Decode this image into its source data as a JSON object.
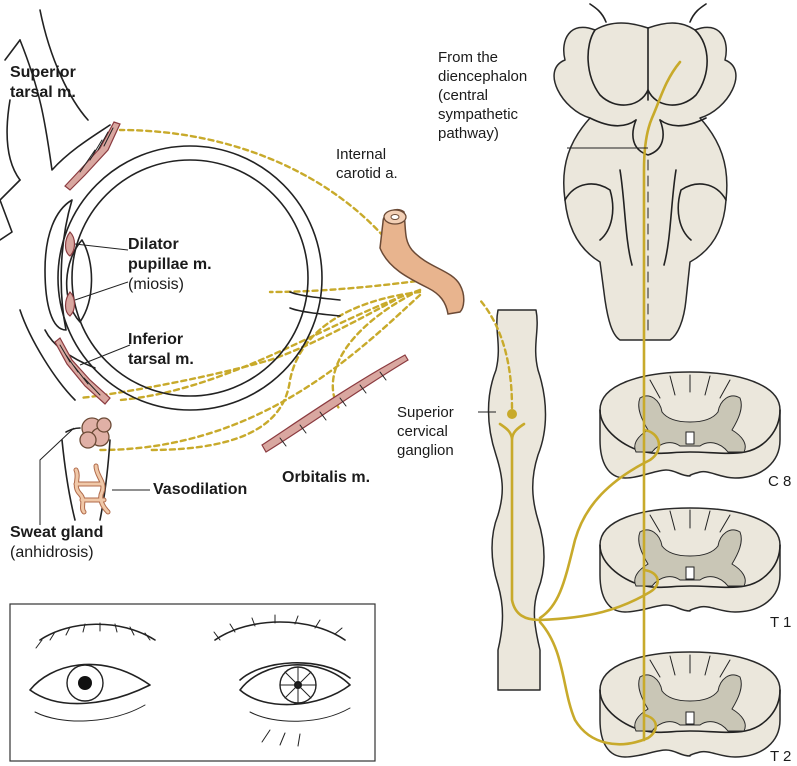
{
  "labels": {
    "superior_tarsal_1": "Superior",
    "superior_tarsal_2": "tarsal m.",
    "dilator_1": "Dilator",
    "dilator_2": "pupillae m.",
    "dilator_3": "(miosis)",
    "inferior_tarsal_1": "Inferior",
    "inferior_tarsal_2": "tarsal m.",
    "vasodilation": "Vasodilation",
    "sweat_gland_1": "Sweat gland",
    "sweat_gland_2": "(anhidrosis)",
    "orbitalis": "Orbitalis m.",
    "internal_carotid_1": "Internal",
    "internal_carotid_2": "carotid a.",
    "diencephalon_1": "From the",
    "diencephalon_2": "diencephalon",
    "diencephalon_3": "(central",
    "diencephalon_4": "sympathetic",
    "diencephalon_5": "pathway)",
    "ganglion_1": "Superior",
    "ganglion_2": "cervical",
    "ganglion_3": "ganglion",
    "c8": "C 8",
    "t1": "T 1",
    "t2": "T 2"
  },
  "colors": {
    "nerve": "#c8aa2b",
    "muscle": "#d9a7a0",
    "artery": "#e8b48e",
    "tissue": "#ebe7dc",
    "gray_matter": "#c9c6b6"
  }
}
